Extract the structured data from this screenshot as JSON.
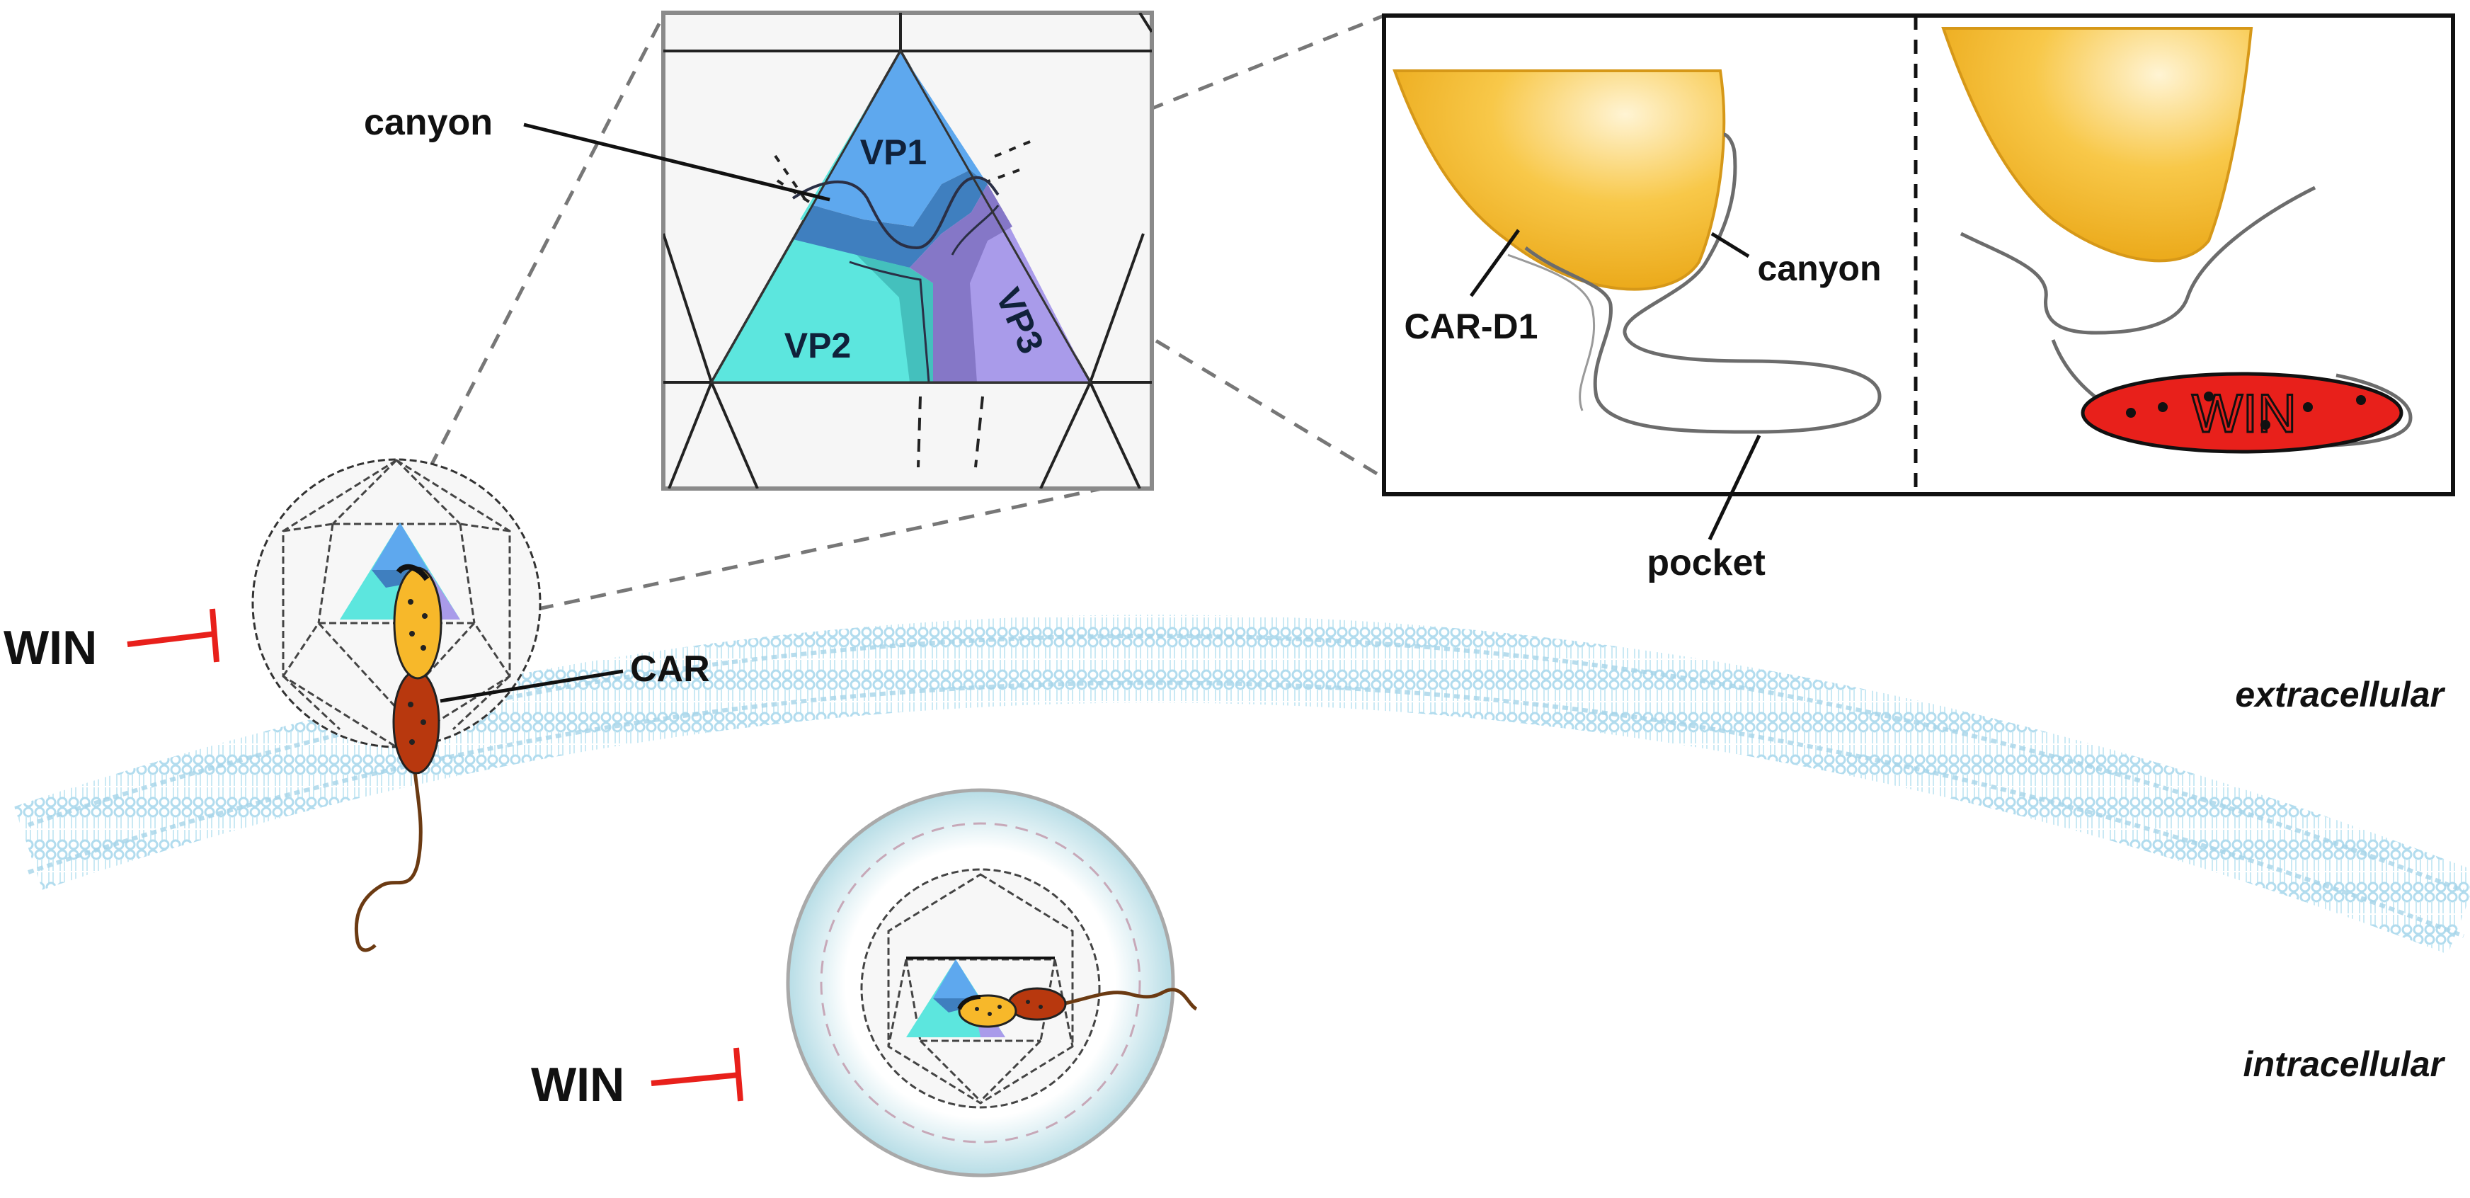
{
  "labels": {
    "canyon_main": "canyon",
    "vp1": "VP1",
    "vp2": "VP2",
    "vp3": "VP3",
    "car_d1": "CAR-D1",
    "canyon_detail": "canyon",
    "pocket": "pocket",
    "win_drug": "WIN",
    "win_left": "WIN",
    "car": "CAR",
    "win_bottom": "WIN",
    "extracellular": "extracellular",
    "intracellular": "intracellular"
  },
  "colors": {
    "vp1": "#5ea8ee",
    "vp1_dark": "#3f7fbf",
    "vp2": "#5ce6de",
    "vp3": "#a99bea",
    "vp3_dark": "#8577c7",
    "receptor_yellow": "#f7b82a",
    "receptor_brown": "#b8380e",
    "inhibitor_red": "#e8201b",
    "membrane": "#bfe3f2"
  }
}
